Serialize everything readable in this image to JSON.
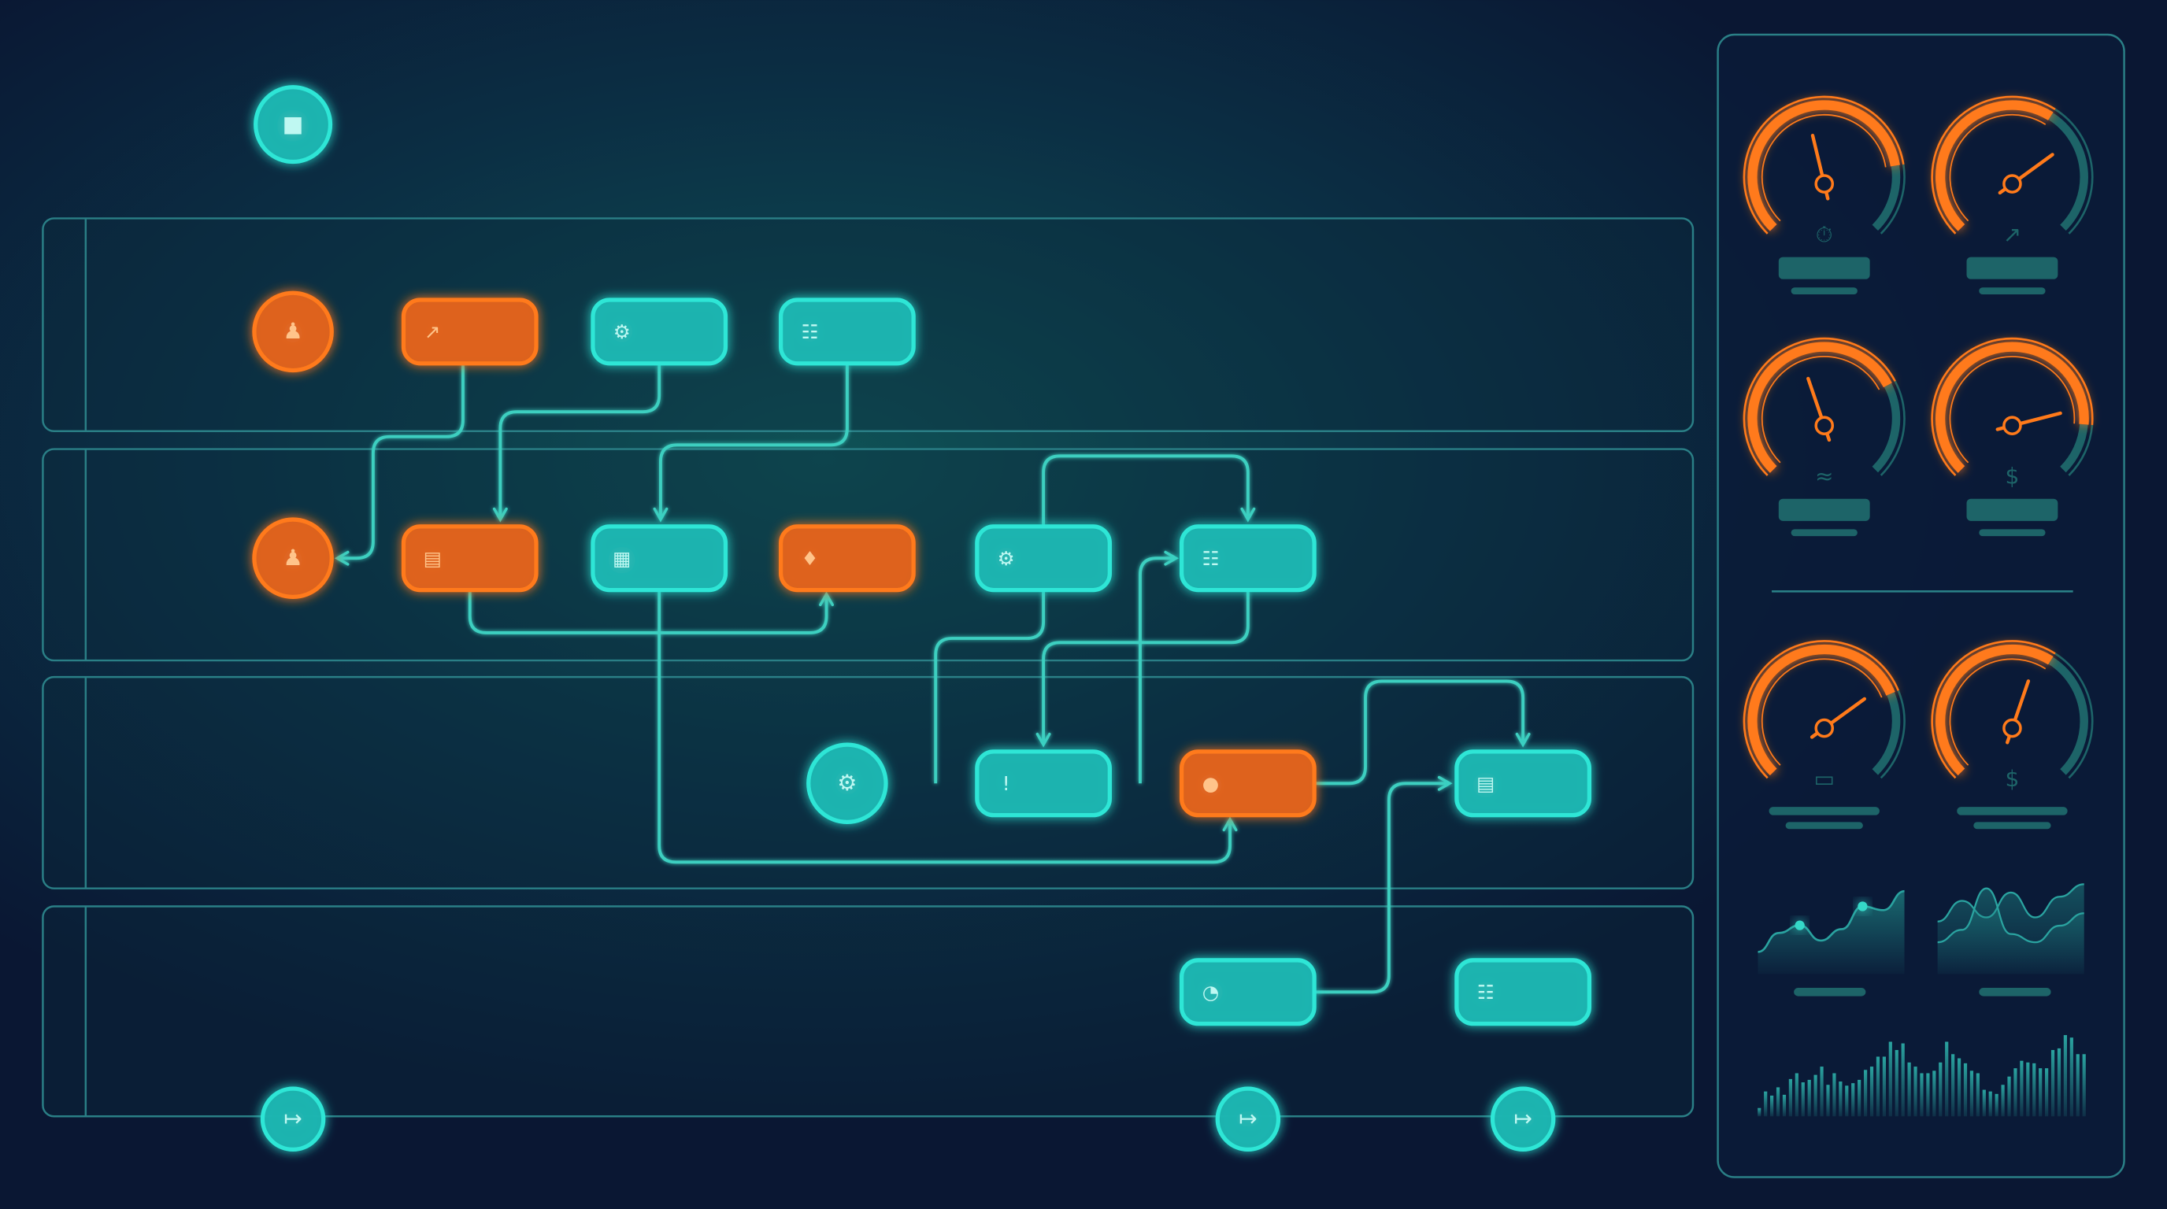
{
  "colors": {
    "background": "#0a1733",
    "background_glow": "#0e5055",
    "cyan": "#2ee6d6",
    "cyan_fill": "#1ab5b0",
    "orange": "#ff7a1a",
    "orange_fill": "#e0621a",
    "line": "#3ccfc0",
    "lane_border": "#2a7f86",
    "muted_teal": "#1d6468"
  },
  "start": {
    "shape": "circle",
    "color": "cyan",
    "icon": "stop-square-icon"
  },
  "lanes": 4,
  "nodes": [
    {
      "id": "A",
      "shape": "circle",
      "color": "orange",
      "icon": "user-settings-icon"
    },
    {
      "id": "B",
      "shape": "rect",
      "color": "orange",
      "icon": "bar-chart-trend-icon"
    },
    {
      "id": "C",
      "shape": "rect",
      "color": "cyan",
      "icon": "gear-icon"
    },
    {
      "id": "D",
      "shape": "rect",
      "color": "cyan",
      "icon": "org-chart-icon"
    },
    {
      "id": "E",
      "shape": "circle",
      "color": "orange",
      "icon": "user-time-icon"
    },
    {
      "id": "F",
      "shape": "rect",
      "color": "orange",
      "icon": "folder-icon"
    },
    {
      "id": "G",
      "shape": "rect",
      "color": "cyan",
      "icon": "calendar-grid-icon"
    },
    {
      "id": "H",
      "shape": "rect",
      "color": "orange",
      "icon": "user-drop-icon"
    },
    {
      "id": "I",
      "shape": "rect",
      "color": "cyan",
      "icon": "gear-bug-icon"
    },
    {
      "id": "J",
      "shape": "rect",
      "color": "cyan",
      "icon": "org-chart-icon"
    },
    {
      "id": "K",
      "shape": "circle",
      "color": "cyan",
      "icon": "gears-icon"
    },
    {
      "id": "L",
      "shape": "rect",
      "color": "cyan",
      "icon": "alert-cup-icon"
    },
    {
      "id": "M",
      "shape": "rect",
      "color": "orange",
      "icon": "document-coin-icon"
    },
    {
      "id": "N",
      "shape": "rect",
      "color": "cyan",
      "icon": "folder-icon"
    },
    {
      "id": "O",
      "shape": "rect",
      "color": "cyan",
      "icon": "pie-chart-icon"
    },
    {
      "id": "P",
      "shape": "rect",
      "color": "cyan",
      "icon": "org-chart-icon"
    }
  ],
  "exits": [
    {
      "id": "X1",
      "icon": "exit-icon"
    },
    {
      "id": "X2",
      "icon": "exit-icon"
    },
    {
      "id": "X3",
      "icon": "exit-icon"
    }
  ],
  "edges": [
    {
      "from": "start",
      "to": "A"
    },
    {
      "from": "A",
      "to": "B"
    },
    {
      "from": "B",
      "to": "C"
    },
    {
      "from": "C",
      "to": "D"
    },
    {
      "from": "A",
      "to": "E"
    },
    {
      "from": "E",
      "to": "X1"
    },
    {
      "from": "B",
      "to": "F"
    },
    {
      "from": "C",
      "to": "F"
    },
    {
      "from": "B",
      "to": "E"
    },
    {
      "from": "E",
      "to": "F"
    },
    {
      "from": "D",
      "to": "G"
    },
    {
      "from": "D",
      "to": "H"
    },
    {
      "from": "F",
      "to": "G"
    },
    {
      "from": "G",
      "to": "H"
    },
    {
      "from": "H",
      "to": "I"
    },
    {
      "from": "F",
      "to": "H"
    },
    {
      "from": "H",
      "to": "K"
    },
    {
      "from": "I",
      "to": "J"
    },
    {
      "from": "G",
      "to": "M"
    },
    {
      "from": "K",
      "to": "L"
    },
    {
      "from": "K",
      "to": "I"
    },
    {
      "from": "J",
      "to": "L"
    },
    {
      "from": "L",
      "to": "J"
    },
    {
      "from": "L",
      "to": "M"
    },
    {
      "from": "J",
      "to": "M"
    },
    {
      "from": "M",
      "to": "N"
    },
    {
      "from": "M",
      "to": "O"
    },
    {
      "from": "O",
      "to": "N"
    },
    {
      "from": "N",
      "to": "P"
    },
    {
      "from": "O",
      "to": "X2"
    },
    {
      "from": "P",
      "to": "X3"
    }
  ],
  "gauges": [
    {
      "level": 0.8,
      "needle": 0.45,
      "icon": "stopwatch-icon"
    },
    {
      "level": 0.62,
      "needle": 0.7,
      "icon": "growth-chart-icon"
    },
    {
      "level": 0.73,
      "needle": 0.43,
      "icon": "flow-waves-icon"
    },
    {
      "level": 0.85,
      "needle": 0.78,
      "icon": "coins-dollar-icon"
    },
    {
      "level": 0.75,
      "needle": 0.7,
      "icon": "banknote-icon"
    },
    {
      "level": 0.62,
      "needle": 0.57,
      "icon": "coins-dollar-icon"
    }
  ],
  "sparklines": [
    {
      "values": [
        0.2,
        0.45,
        0.55,
        0.35,
        0.5,
        0.8,
        0.75,
        1.0
      ],
      "markers": [
        2,
        5
      ]
    },
    {
      "series": [
        [
          0.55,
          0.8,
          0.6,
          0.9,
          0.6,
          0.85,
          1.0
        ],
        [
          0.3,
          0.45,
          0.95,
          0.4,
          0.3,
          0.5,
          0.65
        ]
      ]
    }
  ],
  "histogram": [
    0.1,
    0.3,
    0.25,
    0.35,
    0.26,
    0.45,
    0.52,
    0.41,
    0.44,
    0.5,
    0.6,
    0.38,
    0.52,
    0.42,
    0.37,
    0.4,
    0.44,
    0.56,
    0.6,
    0.72,
    0.72,
    0.9,
    0.8,
    0.88,
    0.65,
    0.6,
    0.52,
    0.52,
    0.55,
    0.65,
    0.9,
    0.75,
    0.7,
    0.64,
    0.55,
    0.52,
    0.32,
    0.3,
    0.27,
    0.38,
    0.48,
    0.58,
    0.67,
    0.65,
    0.64,
    0.58,
    0.58,
    0.8,
    0.82,
    0.98,
    0.95,
    0.75,
    0.75
  ]
}
